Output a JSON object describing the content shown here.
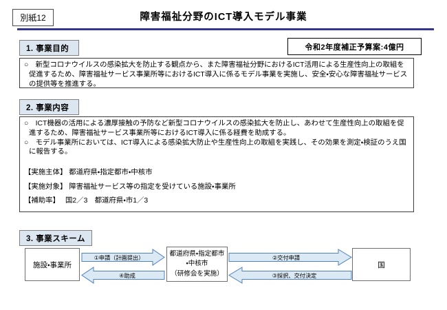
{
  "header": {
    "tag": "別紙12",
    "title": "障害福祉分野のICT導入モデル事業"
  },
  "budget": {
    "label": "令和2年度補正予算案:4億円"
  },
  "sections": {
    "purpose": {
      "heading": "1. 事業目的",
      "bullets": [
        "○　新型コロナウイルスの感染拡大を防止する観点から、また障害福祉分野におけるICT活用による生産性向上の取組を促進するため、障害福祉サービス事業所等におけるICT導入に係るモデル事業を実施し、安全・安心な障害福祉サービスの提供等を推進する。"
      ]
    },
    "content": {
      "heading": "2. 事業内容",
      "bullets": [
        "○　ICT機器の活用による濃厚接触の予防など新型コロナウイルスの感染拡大を防止し、あわせて生産性向上の取組を促進するため、障害福祉サービス事業所等におけるICT導入に係る経費を助成する。",
        "○　モデル事業所においては、ICT導入による感染拡大防止や生産性向上の取組を実践し、その効果を測定・検証のうえ国に報告する。"
      ],
      "details": [
        "【実施主体】 都道府県・指定都市・中核市",
        "【実施対象】 障害福祉サービス等の指定を受けている施設・事業所",
        "【補助率】　 国2／3　都道府県・市1／3"
      ]
    },
    "scheme": {
      "heading": "3. 事業スキーム",
      "nodes": {
        "facility": "施設・事業所",
        "prefecture_line1": "都道府県・指定都市",
        "prefecture_line2": "・中核市",
        "prefecture_line3": "（研修会を実施）",
        "nation": "国"
      },
      "arrows": {
        "apply": "①申請（計画提出）",
        "subsidy": "④助成",
        "grant_request": "②交付申請",
        "adoption": "③採択、交付決定"
      }
    }
  },
  "colors": {
    "title_underline": "#35358d",
    "section_heading_bg": "#dce6f1",
    "arrow_fill": "#dbe9f5",
    "arrow_stroke": "#4f81bd"
  }
}
